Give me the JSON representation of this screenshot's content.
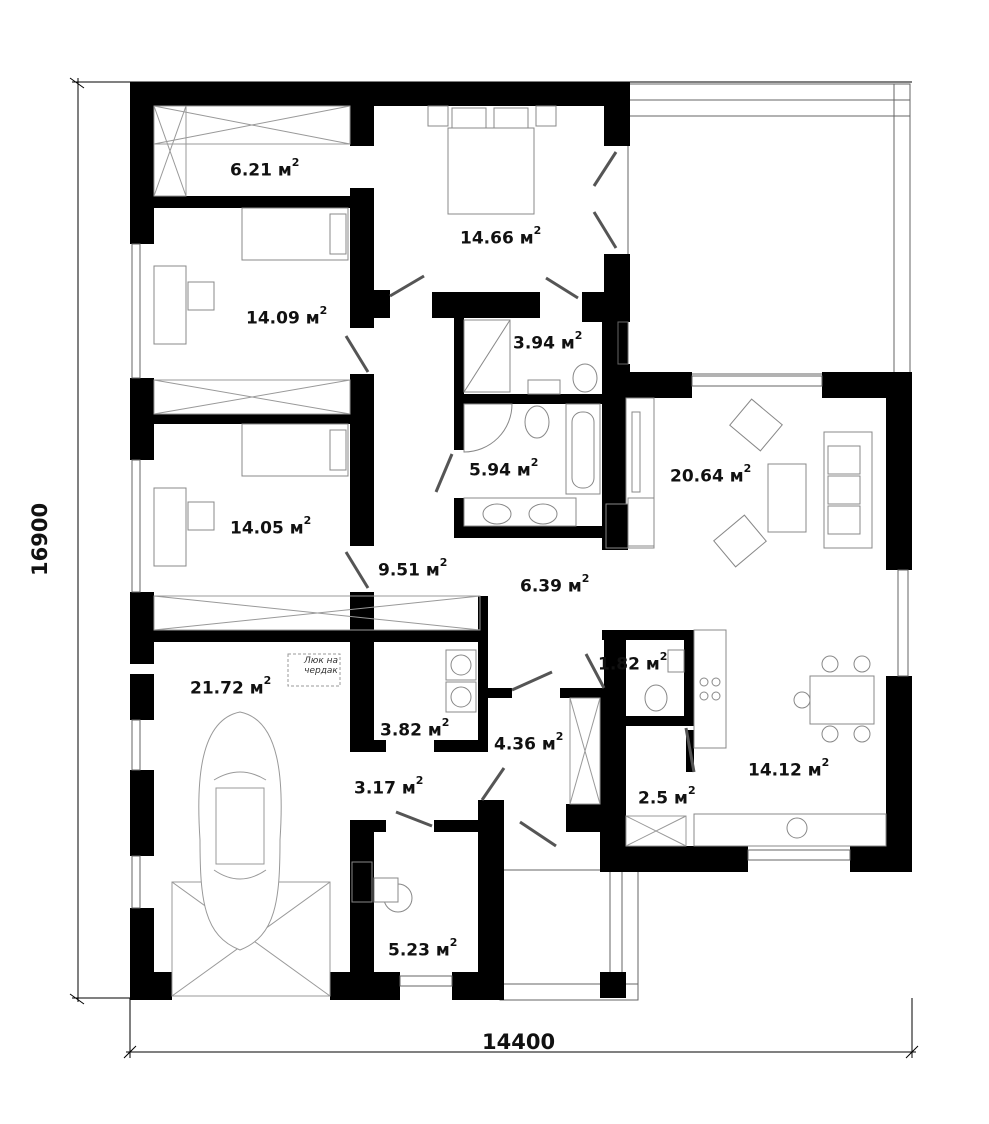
{
  "plan": {
    "dimensions": {
      "width": "14400",
      "height": "16900"
    },
    "attic_hatch": "Люк на чердак",
    "unit": "м",
    "unit_power": "2",
    "rooms": [
      {
        "id": "storage",
        "area": "6.21"
      },
      {
        "id": "master-bedroom",
        "area": "14.66"
      },
      {
        "id": "bedroom-1",
        "area": "14.09"
      },
      {
        "id": "bathroom-1",
        "area": "3.94"
      },
      {
        "id": "bathroom-2",
        "area": "5.94"
      },
      {
        "id": "living-room",
        "area": "20.64"
      },
      {
        "id": "bedroom-2",
        "area": "14.05"
      },
      {
        "id": "corridor",
        "area": "9.51"
      },
      {
        "id": "hall",
        "area": "6.39"
      },
      {
        "id": "garage",
        "area": "21.72"
      },
      {
        "id": "toilet",
        "area": "1.82"
      },
      {
        "id": "laundry",
        "area": "3.82"
      },
      {
        "id": "entrance",
        "area": "4.36"
      },
      {
        "id": "kitchen-dining",
        "area": "14.12"
      },
      {
        "id": "corridor-2",
        "area": "3.17"
      },
      {
        "id": "pantry",
        "area": "2.5"
      },
      {
        "id": "boiler-room",
        "area": "5.23"
      }
    ]
  }
}
